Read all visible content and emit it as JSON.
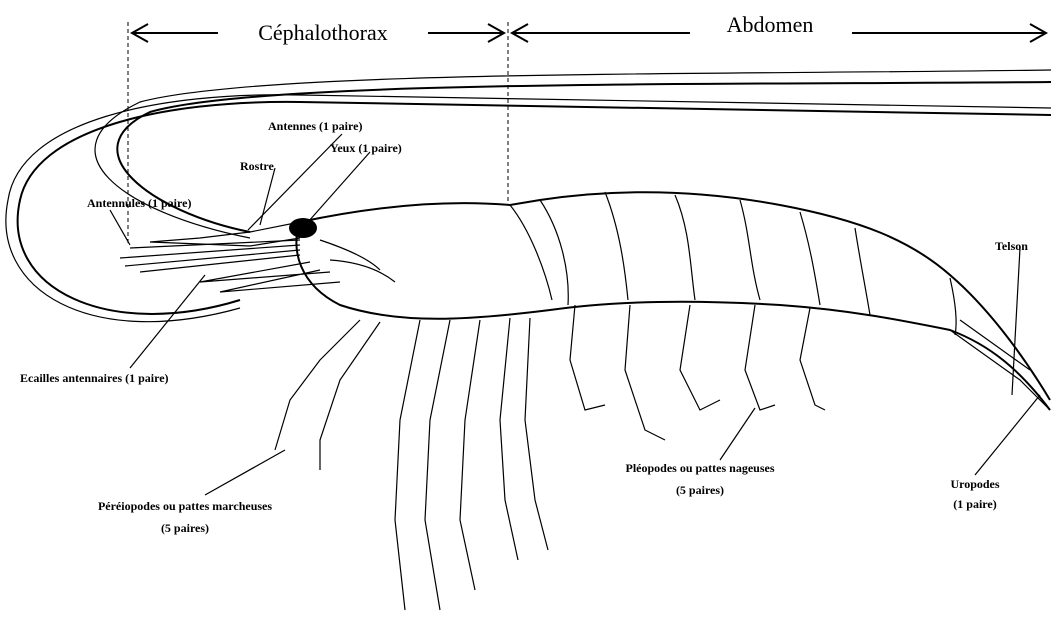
{
  "sections": {
    "cephalothorax": "Céphalothorax",
    "abdomen": "Abdomen"
  },
  "labels": {
    "antennes": "Antennes (1 paire)",
    "yeux": "Yeux (1 paire)",
    "rostre": "Rostre",
    "antennules": "Antennules (1 paire)",
    "ecailles_l1": "Ecailles antennaires (1 paire)",
    "telson": "Telson",
    "pereiopodes_l1": "Péréiopodes ou pattes marcheuses",
    "pereiopodes_l2": "(5 paires)",
    "pleopodes_l1": "Pléopodes ou pattes nageuses",
    "pleopodes_l2": "(5 paires)",
    "uropodes_l1": "Uropodes",
    "uropodes_l2": "(1 paire)"
  }
}
